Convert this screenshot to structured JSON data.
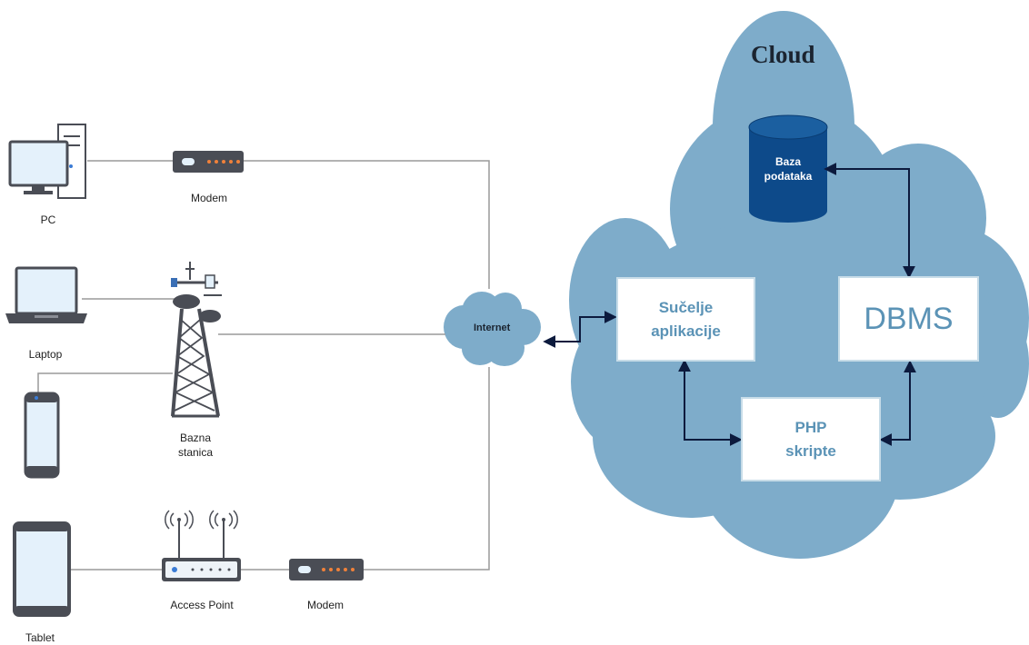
{
  "colors": {
    "cloud": "#7eacca",
    "database": "#0d4a8a",
    "box_text": "#5b93b6",
    "link_line": "#9a9a9a",
    "arrow": "#0c1a3d",
    "device_dark": "#4a4d55"
  },
  "devices": {
    "pc_label": "PC",
    "laptop_label": "Laptop",
    "tablet_label": "Tablet",
    "phone_icon": "smartphone-icon"
  },
  "network": {
    "modem_top_label": "Modem",
    "base_station_label": "Bazna\nstanica",
    "access_point_label": "Access Point",
    "modem_bottom_label": "Modem",
    "internet_label": "Internet"
  },
  "cloud": {
    "title": "Cloud",
    "database_label": "Baza\npodataka",
    "app_interface_label": "Sučelje\naplikacije",
    "dbms_label": "DBMS",
    "php_label": "PHP\nskripte"
  }
}
